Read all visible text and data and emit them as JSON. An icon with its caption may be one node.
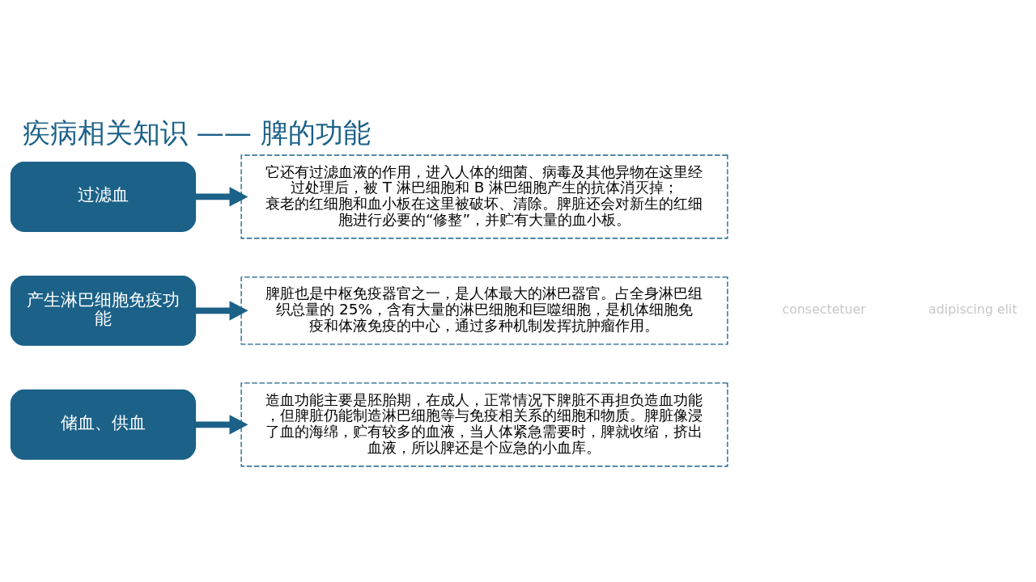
{
  "diagram": {
    "title": "疾病相关知识 —— 脾的功能",
    "nodes": [
      {
        "text": [
          "储血、供血"
        ]
      },
      {
        "text": [
          "造血功能主要是胚胎期，在成人，正常情况下脾脏不再担负造血功能，但脾脏仍能制造淋巴细胞等与免疫相关系的细胞和物质。脾脏像浸了血的海绵，贮有较多的血液，当人体紧急需要时，脾就收缩，挤出血液，所以脾还是个应急的小血库。"
        ]
      },
      {
        "text": [
          "产生淋巴细胞免疫功能"
        ]
      },
      {
        "text": [
          "脾脏也是中枢免疫器官之一，是人体最大的淋巴器官。占全身淋巴组织总量的 25%，含有大量的淋巴细胞和巨噬细胞，是机体细胞免疫和体液免疫的中心，通过多种机制发挥抗肿瘤作用。"
        ]
      },
      {
        "text": [
          "过滤血"
        ]
      },
      {
        "text": [
          "它还有过滤血液的作用，进入人体的细菌、病毒及其他异物在这里经过处理后，被 T 淋巴细胞和 B 淋巴细胞产生的抗体消灭掉；衰老的红细胞和血小板在这里被破坏、清除。脾脏还会对新生的红细胞进行必要的“修整”，并贮有大量的血小板。"
        ]
      }
    ],
    "edges": [
      {
        "from": 0,
        "to": 1,
        "arrow": "to"
      },
      {
        "from": 2,
        "to": 3,
        "arrow": "to"
      },
      {
        "from": 4,
        "to": 5,
        "arrow": "to"
      }
    ],
    "labels": [
      "consectetuer",
      "adipiscing elit"
    ]
  }
}
